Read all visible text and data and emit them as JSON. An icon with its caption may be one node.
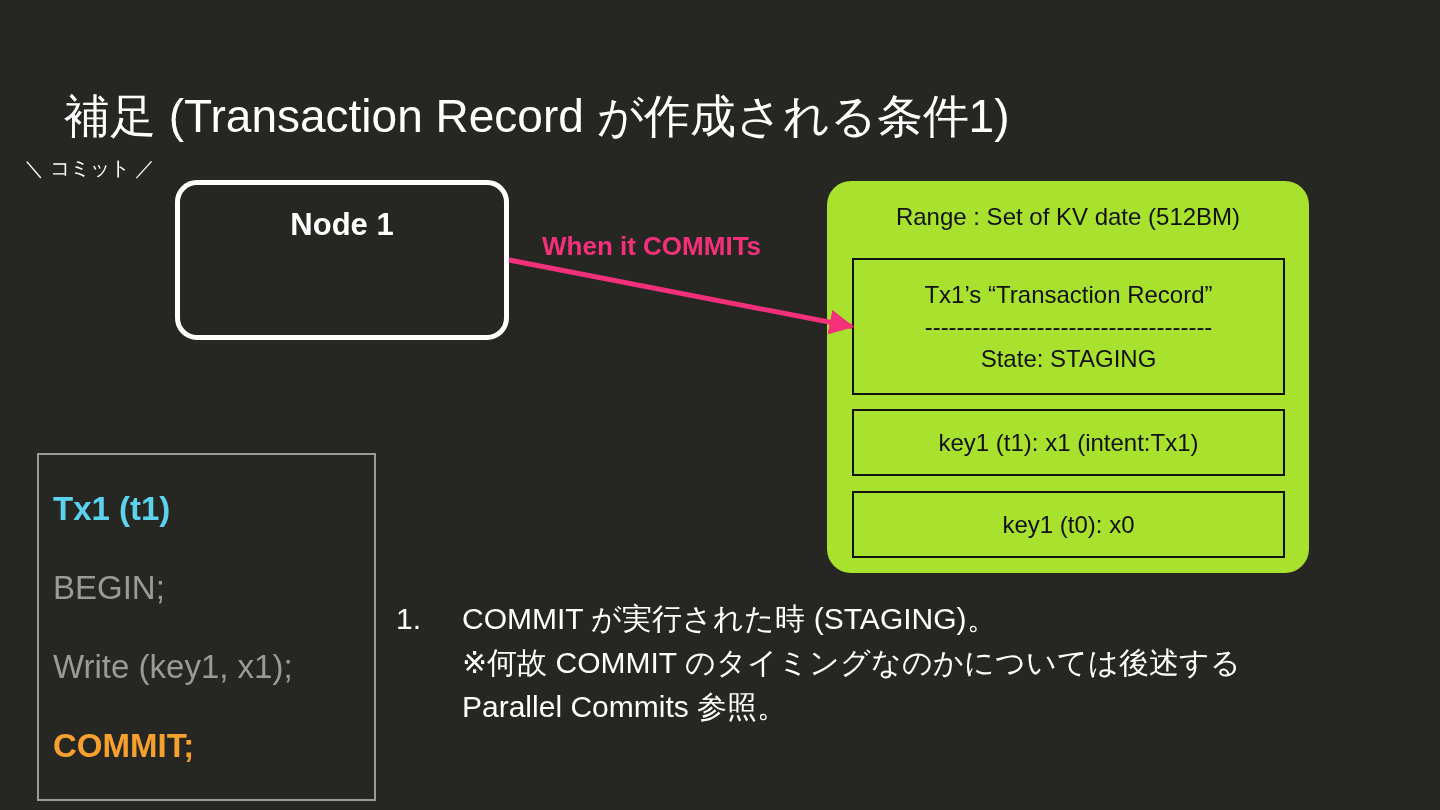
{
  "diagram": {
    "title": "補足 (Transaction Record が作成される条件1)",
    "nodes": [
      {
        "text": [
          "Node 1"
        ]
      },
      {
        "text": [
          "Range : Set of KV date (512BM)"
        ]
      },
      {
        "text": [
          "Tx1’s “Transaction Record”",
          "------------------------------------",
          "State: STAGING"
        ],
        "in": 1
      },
      {
        "text": [
          "key1 (t1): x1 (intent:Tx1)"
        ],
        "in": 1
      },
      {
        "text": [
          "key1 (t0): x0"
        ],
        "in": 1
      },
      {
        "text": [
          "Tx1 (t1)",
          "BEGIN;",
          "Write (key1, x1);",
          "COMMIT;"
        ]
      }
    ],
    "edges": [
      {
        "from": 0,
        "to": 2,
        "arrow": "to",
        "label": "When it COMMITs",
        "color": "#f5307a"
      }
    ],
    "labels": [
      "＼ コミット ／",
      "1.",
      "COMMIT が実行された時 (STAGING)。",
      "※何故 COMMIT のタイミングなのかについては後述する Parallel Commits 参照。"
    ]
  }
}
